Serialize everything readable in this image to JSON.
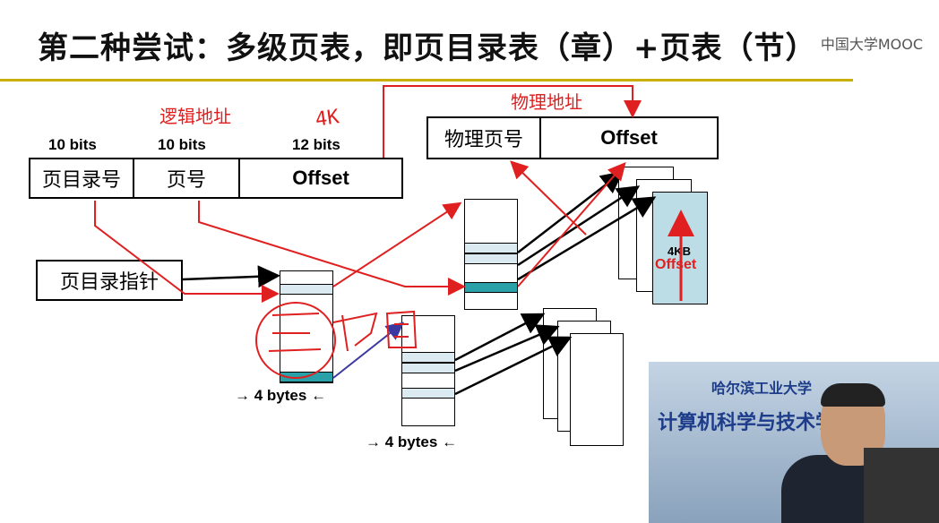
{
  "title": "第二种尝试：多级页表，即页目录表（章）+页表（节）",
  "watermark": "中国大学MOOC",
  "logical": {
    "label": "逻辑地址",
    "bits": [
      "10 bits",
      "10 bits",
      "12 bits"
    ],
    "fields": [
      "页目录号",
      "页号",
      "Offset"
    ],
    "annotation": "4K"
  },
  "physical": {
    "label": "物理地址",
    "fields": [
      "物理页号",
      "Offset"
    ]
  },
  "pointer": "页目录指针",
  "bytes_label_1": "4 bytes",
  "bytes_label_2": "4 bytes",
  "page_4kb": "4KB",
  "page_offset": "Offset",
  "video": {
    "school": "哈尔滨工业大学",
    "dept": "计算机科学与技术学院"
  },
  "colors": {
    "red": "#e02020",
    "teal": "#2aa0a8",
    "light": "#dbe9f0",
    "page_blue": "#bcdde6",
    "gold": "#c9b000"
  }
}
